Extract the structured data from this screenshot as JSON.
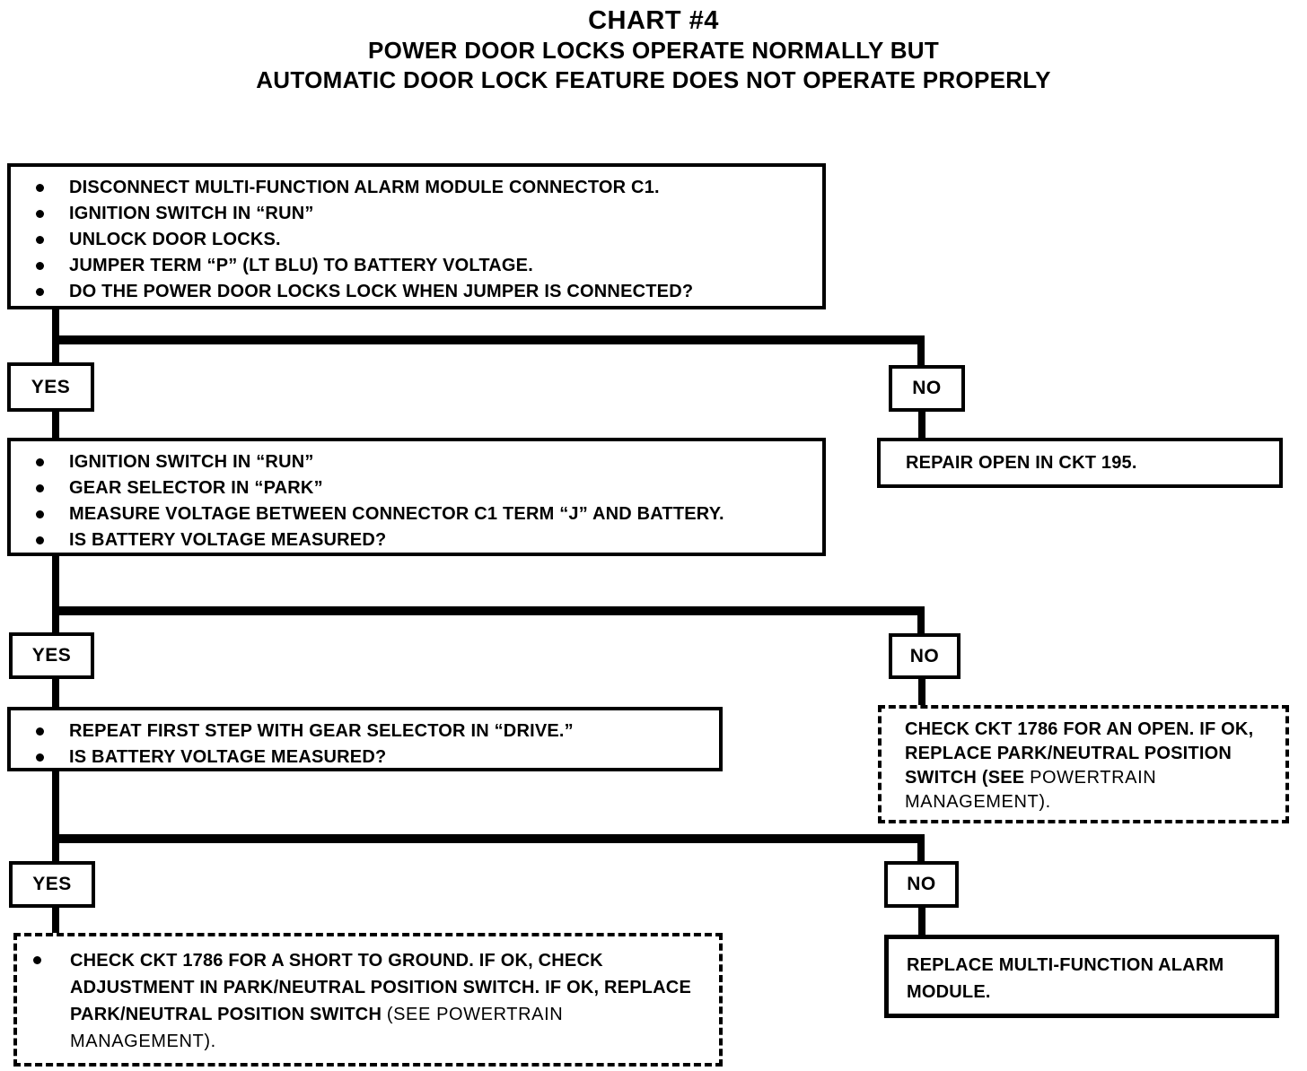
{
  "title": {
    "chart_no": "CHART #4",
    "subtitle1": "POWER DOOR LOCKS OPERATE NORMALLY BUT",
    "subtitle2": "AUTOMATIC DOOR LOCK FEATURE DOES NOT OPERATE PROPERLY"
  },
  "labels": {
    "yes": "YES",
    "no": "NO"
  },
  "step1": {
    "bullets": [
      "DISCONNECT MULTI-FUNCTION ALARM MODULE CONNECTOR C1.",
      "IGNITION SWITCH IN “RUN”",
      "UNLOCK DOOR LOCKS.",
      "JUMPER TERM “P” (LT BLU) TO BATTERY VOLTAGE.",
      "DO THE POWER DOOR LOCKS LOCK WHEN JUMPER IS CONNECTED?"
    ]
  },
  "step2": {
    "bullets": [
      "IGNITION SWITCH IN “RUN”",
      "GEAR SELECTOR IN “PARK”",
      "MEASURE VOLTAGE BETWEEN CONNECTOR C1 TERM “J” AND BATTERY.",
      "IS BATTERY VOLTAGE MEASURED?"
    ]
  },
  "step3": {
    "bullets": [
      "REPEAT FIRST STEP WITH GEAR SELECTOR IN “DRIVE.”",
      "IS BATTERY VOLTAGE MEASURED?"
    ]
  },
  "repair_open": {
    "text": "REPAIR OPEN IN CKT 195."
  },
  "check_open": {
    "bold": "CHECK CKT 1786 FOR AN OPEN. IF OK, REPLACE PARK/NEUTRAL POSITION SWITCH (SEE ",
    "regular": "POWERTRAIN MANAGEMENT)."
  },
  "check_short": {
    "bold": "CHECK CKT 1786 FOR A SHORT TO GROUND. IF OK, CHECK ADJUSTMENT IN PARK/NEUTRAL POSITION SWITCH. IF OK, REPLACE PARK/NEUTRAL POSITION SWITCH ",
    "regular": "(SEE POWERTRAIN MANAGEMENT)."
  },
  "replace_module": {
    "text": "REPLACE MULTI-FUNCTION ALARM MODULE."
  }
}
